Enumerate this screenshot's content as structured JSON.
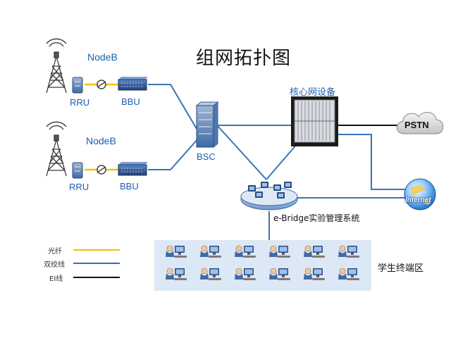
{
  "title": "组网拓扑图",
  "nodeb_top": {
    "label": "NodeB",
    "rru": "RRU",
    "bbu": "BBU"
  },
  "nodeb_bottom": {
    "label": "NodeB",
    "rru": "RRU",
    "bbu": "BBU"
  },
  "bsc": {
    "label": "BSC"
  },
  "core": {
    "label": "核心网设备"
  },
  "pstn": {
    "label": "PSTN"
  },
  "internet": {
    "label": "Internet"
  },
  "ebridge": {
    "label": "e-Bridge实验管理系统"
  },
  "terminals": {
    "label": "学生终端区",
    "rows": 2,
    "cols": 6
  },
  "legend": {
    "items": [
      {
        "label": "光纤",
        "color": "#f5c200"
      },
      {
        "label": "双绞线",
        "color": "#2e6fbd"
      },
      {
        "label": "EI线",
        "color": "#111111"
      }
    ]
  },
  "colors": {
    "fiber": "#f5c200",
    "twisted": "#3a74b8",
    "e1": "#111111",
    "label_blue": "#1c5fb0",
    "area": "#dce8f5"
  }
}
